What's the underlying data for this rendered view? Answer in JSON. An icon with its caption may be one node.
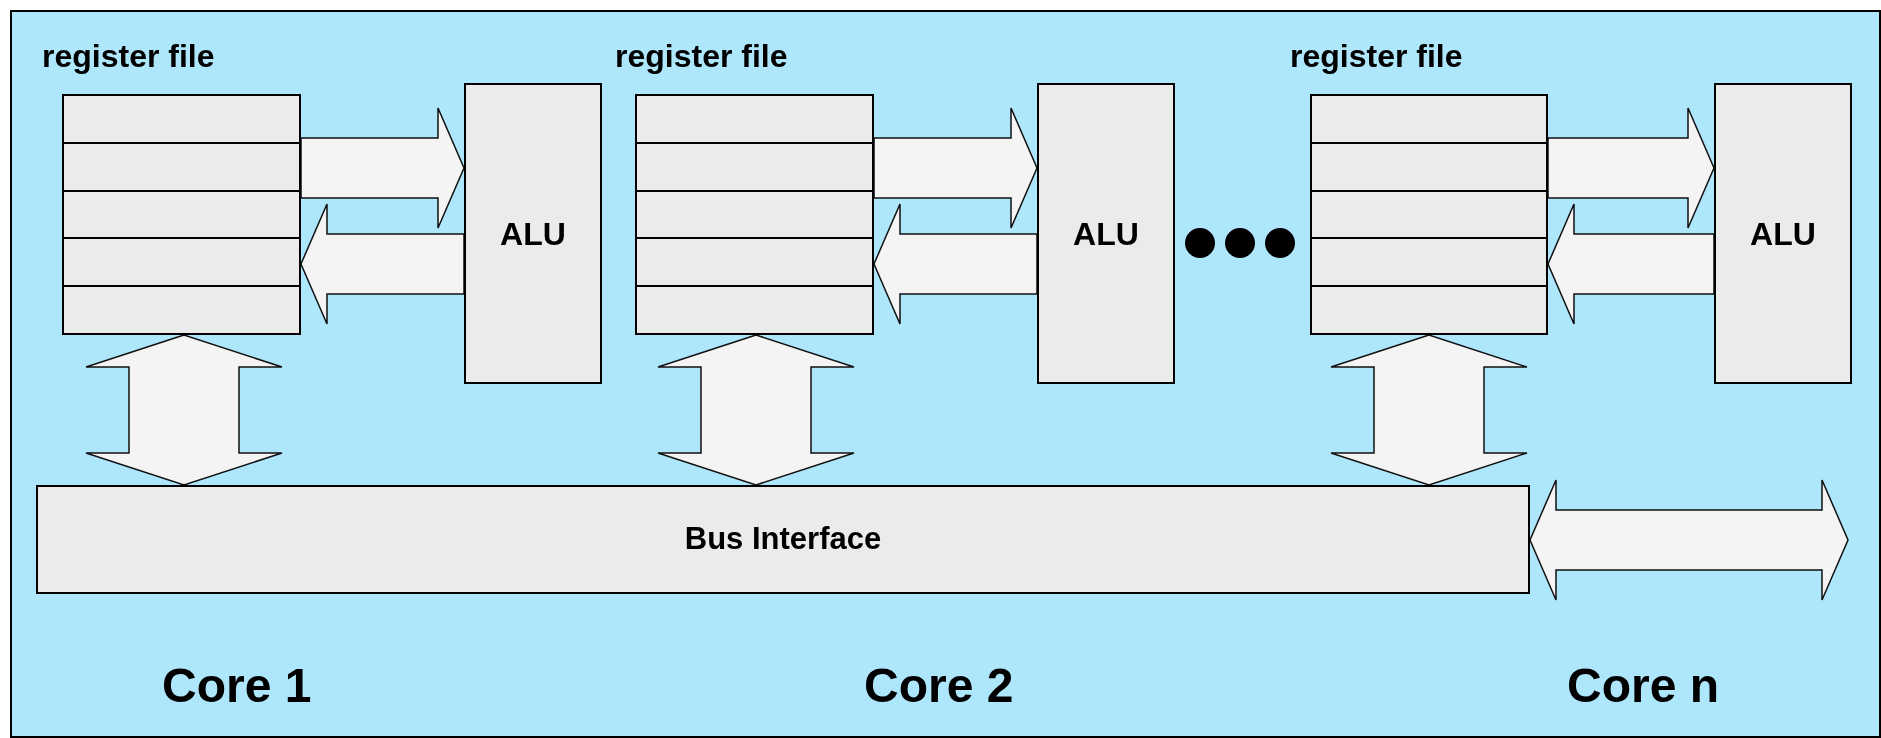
{
  "diagram": {
    "nodes": [
      {
        "text": [
          "register file"
        ]
      },
      {
        "text": [
          "ALU"
        ]
      },
      {
        "text": [
          "register file"
        ]
      },
      {
        "text": [
          "ALU"
        ]
      },
      {
        "text": [
          "register file"
        ]
      },
      {
        "text": [
          "ALU"
        ]
      },
      {
        "text": [
          "Bus Interface"
        ]
      }
    ],
    "edges": [
      {
        "from": 0,
        "to": 1,
        "arrow": "to"
      },
      {
        "from": 1,
        "to": 0,
        "arrow": "to"
      },
      {
        "from": 0,
        "to": 6,
        "arrow": "both"
      },
      {
        "from": 2,
        "to": 3,
        "arrow": "to"
      },
      {
        "from": 3,
        "to": 2,
        "arrow": "to"
      },
      {
        "from": 2,
        "to": 6,
        "arrow": "both"
      },
      {
        "from": 4,
        "to": 5,
        "arrow": "to"
      },
      {
        "from": 5,
        "to": 4,
        "arrow": "to"
      },
      {
        "from": 4,
        "to": 6,
        "arrow": "both"
      },
      {
        "from": 6,
        "to": null,
        "arrow": "both"
      }
    ],
    "labels": [
      "Core 1",
      "Core 2",
      "Core n"
    ]
  }
}
